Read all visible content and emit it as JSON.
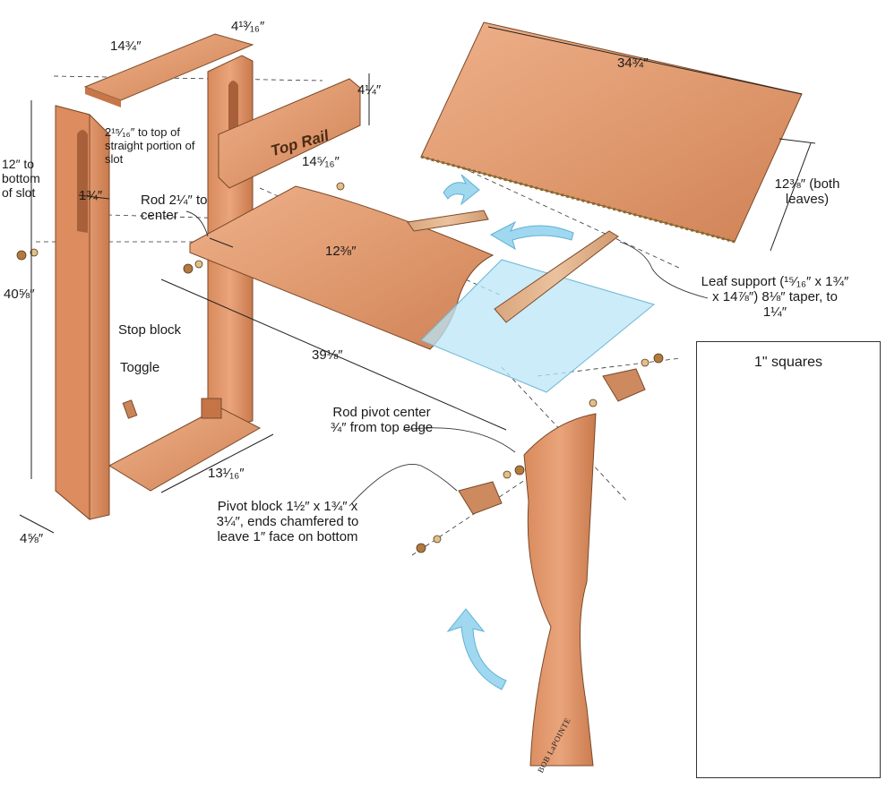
{
  "labels": {
    "top_width": "14¾″",
    "top_depth": "4¹³⁄₁₆″",
    "rail_height": "4¼″",
    "top_rail": "Top Rail",
    "rail_length": "14⁵⁄₁₆″",
    "slot_top": "2¹⁵⁄₁₆″ to top of straight portion of slot",
    "slot_bottom": "12″ to bottom of slot",
    "slot_width": "1¾″",
    "rod": "Rod 2¼″ to center",
    "leaf_width": "12⅜″",
    "side_height": "40⅝″",
    "stop_block": "Stop block",
    "toggle": "Toggle",
    "overall_length": "39⅛″",
    "bottom_rail": "13¹⁄₁₆″",
    "foot_width": "4⅝″",
    "leaf_length": "34¾″",
    "leaf_depth": "12⅜″ (both leaves)",
    "leaf_support": "Leaf support (¹⁵⁄₁₆″ x 1¾″ x 14⅞″) 8⅛″ taper, to 1¼″",
    "rod_pivot": "Rod pivot center ¾″ from top edge",
    "pivot_block": "Pivot block 1½″ x 1¾″ x 3¼″, ends chamfered to leave 1″ face on bottom",
    "inset_title": "1\" squares",
    "signature": "BOB LaPOINTE"
  },
  "colors": {
    "wood_light": "#e8a27a",
    "wood_mid": "#d98a5e",
    "wood_dark": "#b86a40",
    "glass": "#b9e6f5",
    "arrow": "#9fd8ef",
    "grid": "#9ccfe8"
  }
}
